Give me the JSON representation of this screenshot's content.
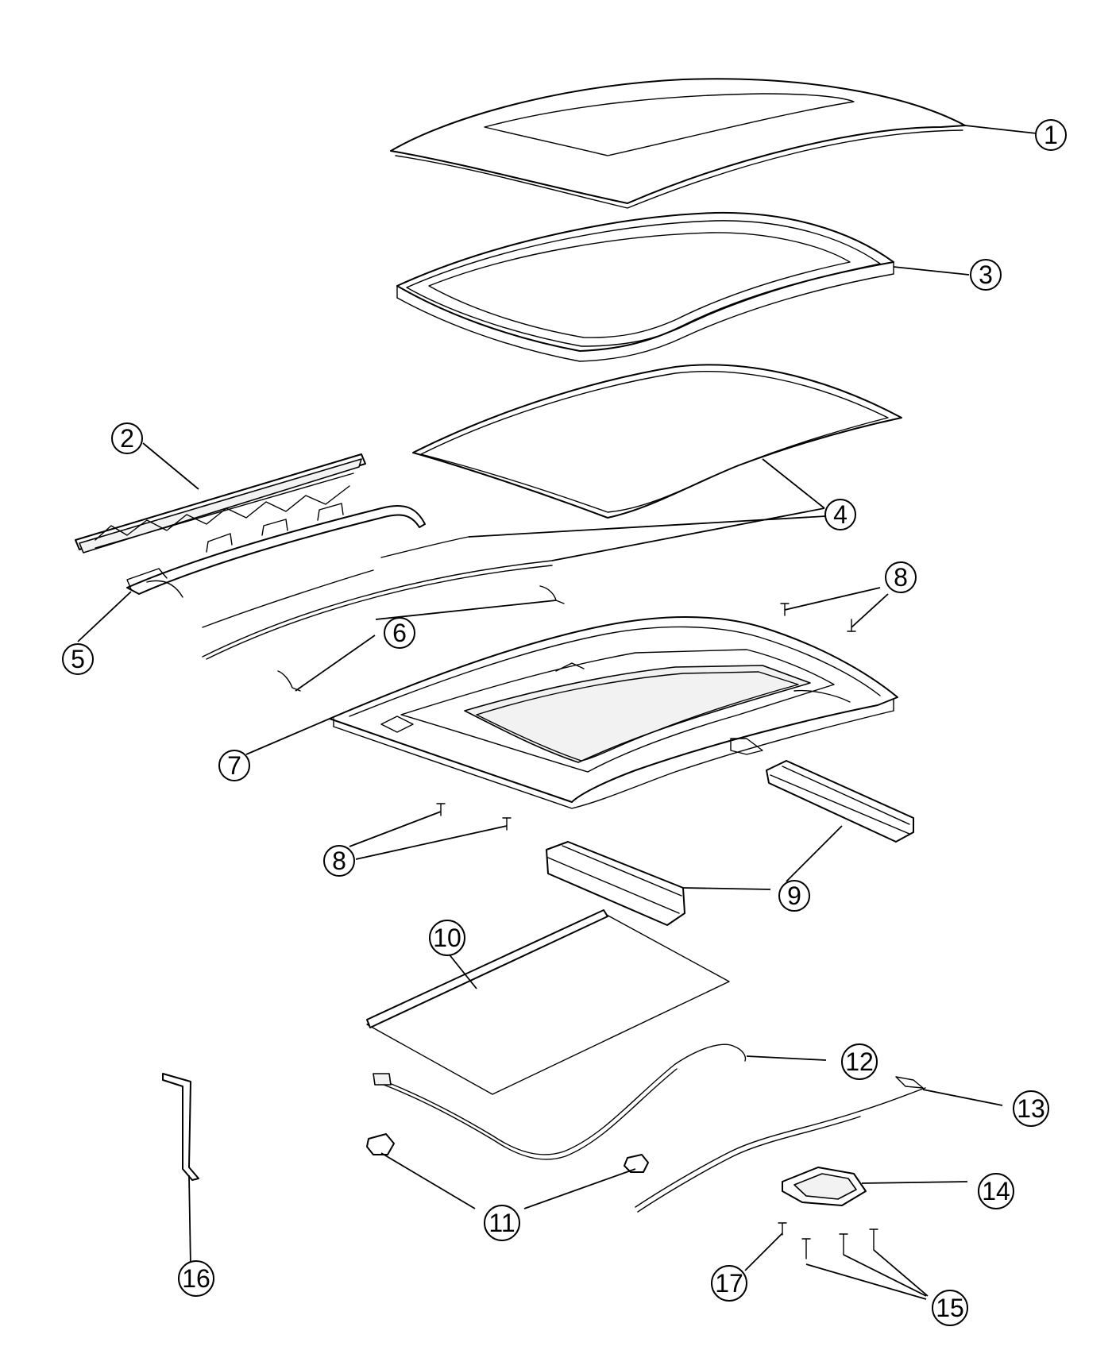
{
  "callouts": [
    {
      "id": "c1",
      "label": "1"
    },
    {
      "id": "c2",
      "label": "2"
    },
    {
      "id": "c3",
      "label": "3"
    },
    {
      "id": "c4",
      "label": "4"
    },
    {
      "id": "c5",
      "label": "5"
    },
    {
      "id": "c6",
      "label": "6"
    },
    {
      "id": "c7",
      "label": "7"
    },
    {
      "id": "c8a",
      "label": "8"
    },
    {
      "id": "c8b",
      "label": "8"
    },
    {
      "id": "c9",
      "label": "9"
    },
    {
      "id": "c10",
      "label": "10"
    },
    {
      "id": "c11",
      "label": "11"
    },
    {
      "id": "c12",
      "label": "12"
    },
    {
      "id": "c13",
      "label": "13"
    },
    {
      "id": "c14",
      "label": "14"
    },
    {
      "id": "c15",
      "label": "15"
    },
    {
      "id": "c16",
      "label": "16"
    },
    {
      "id": "c17",
      "label": "17"
    }
  ],
  "colors": {
    "line": "#000000",
    "background": "#ffffff",
    "shade": "#f2f2f2"
  }
}
